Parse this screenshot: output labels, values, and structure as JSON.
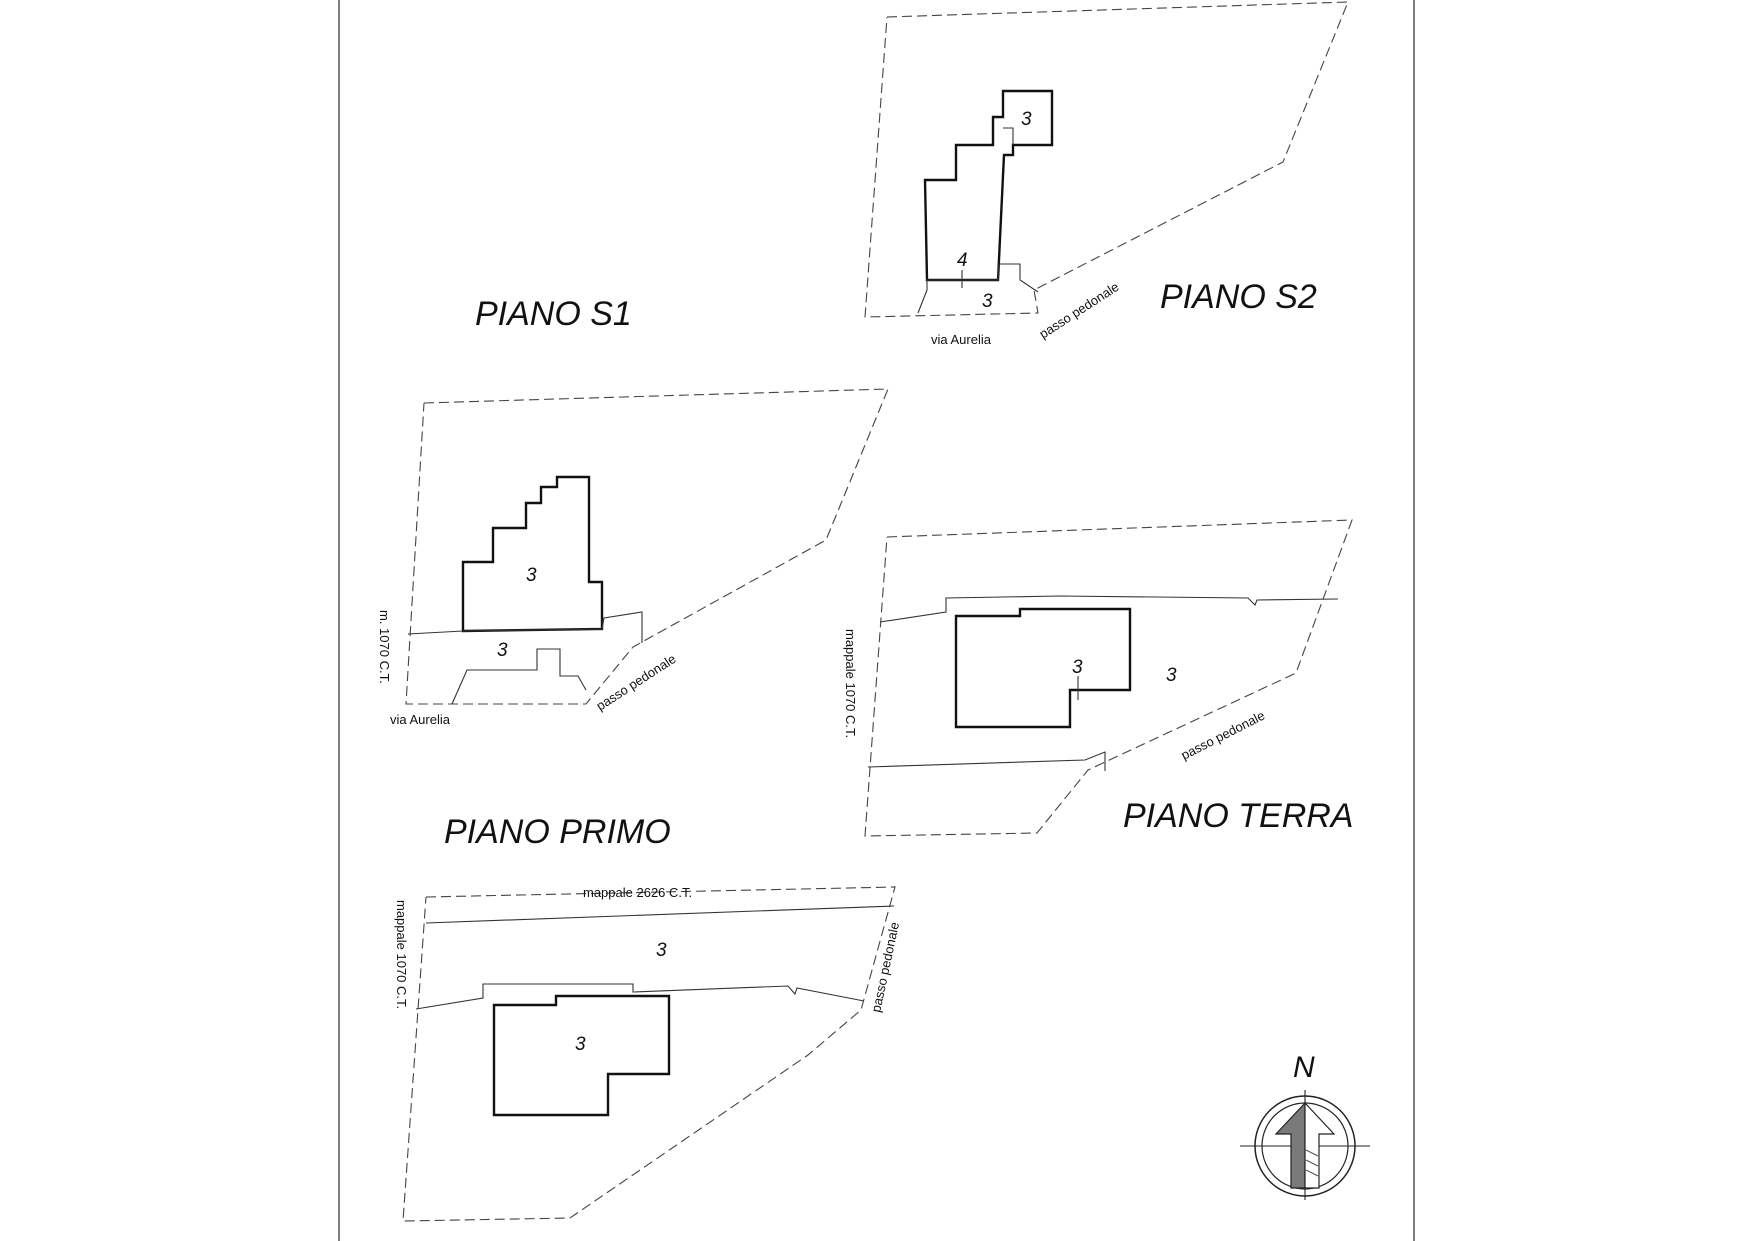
{
  "sheet": {
    "piano_s1": {
      "title": "PIANO S1"
    },
    "piano_s2": {
      "title": "PIANO S2",
      "unit_numbers": [
        "3",
        "4",
        "3"
      ],
      "road_label": "via Aurelia",
      "path_label": "passo pedonale"
    },
    "piano_primo": {
      "title": "PIANO PRIMO",
      "unit_numbers": [
        "3",
        "3"
      ],
      "road_label": "via Aurelia",
      "path_label": "passo pedonale",
      "parcel_label": "m. 1070 C.T."
    },
    "piano_terra": {
      "title": "PIANO TERRA",
      "unit_numbers": [
        "3",
        "3"
      ],
      "path_label": "passo pedonale",
      "parcel_label": "mappale 1070 C.T."
    },
    "bottom_plan": {
      "unit_numbers": [
        "3",
        "3"
      ],
      "north_parcel_label": "mappale 2626 C.T.",
      "path_label": "passo pedonale",
      "parcel_label": "mappale 1070 C.T."
    },
    "north_arrow": {
      "letter": "N"
    }
  }
}
